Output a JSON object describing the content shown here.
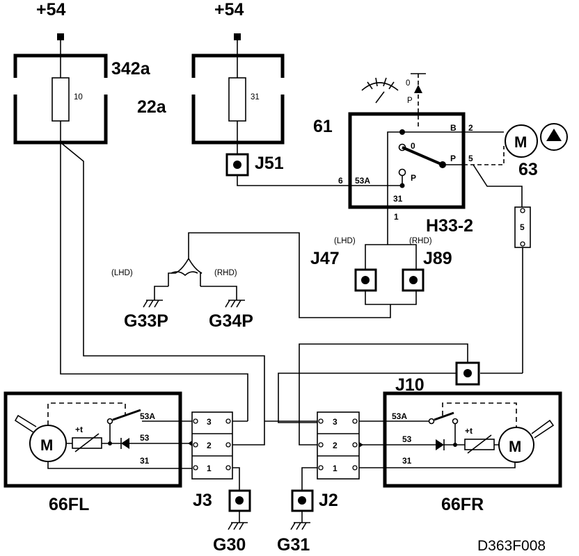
{
  "diagram_id": "D363F008",
  "supply": {
    "left": "+54",
    "right": "+54"
  },
  "fuse_left": {
    "box": "342a",
    "value": "10"
  },
  "fuse_right": {
    "box": "22a",
    "value": "31"
  },
  "switch": {
    "id": "61",
    "pos_b": "B",
    "pin_2": "2",
    "pos_0": "0",
    "pos_p": "P",
    "pin_5": "5",
    "pin_6": "6",
    "pin_53a": "53A",
    "pin_31": "31",
    "pin_1": "1",
    "pos_0_top": "0",
    "pos_p_top": "P"
  },
  "pump": {
    "id": "63",
    "motor": "M"
  },
  "connectors": {
    "j51": "J51",
    "j47": "J47",
    "j89": "J89",
    "j10": "J10",
    "j3": "J3",
    "j2": "J2",
    "h33_2": "H33-2",
    "h33_pin": "5",
    "lhd": "(LHD)",
    "rhd": "(RHD)"
  },
  "grounds": {
    "g33p": "G33P",
    "g34p": "G34P",
    "g30": "G30",
    "g31": "G31"
  },
  "wiper_left": {
    "id": "66FL",
    "motor": "M",
    "thermal": "+t",
    "pin_53a": "53A",
    "pin_53": "53",
    "pin_31": "31"
  },
  "wiper_right": {
    "id": "66FR",
    "motor": "M",
    "thermal": "+t",
    "pin_53a": "53A",
    "pin_53": "53",
    "pin_31": "31"
  },
  "terminal_j3": {
    "p3": "3",
    "p2": "2",
    "p1": "1"
  },
  "terminal_j2": {
    "p3": "3",
    "p2": "2",
    "p1": "1"
  }
}
